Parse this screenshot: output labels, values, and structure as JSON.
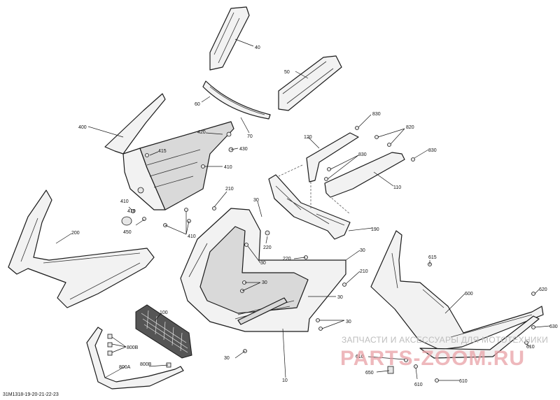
{
  "diagram": {
    "callouts": [
      "40",
      "50",
      "60",
      "70",
      "400",
      "420",
      "415",
      "430",
      "410",
      "410",
      "410",
      "410",
      "450",
      "200",
      "100",
      "800B",
      "800A",
      "800B",
      "30",
      "210",
      "30",
      "220",
      "30",
      "220",
      "30",
      "30",
      "30",
      "30",
      "10",
      "210",
      "830",
      "820",
      "830",
      "120",
      "830",
      "110",
      "190",
      "600",
      "615",
      "620",
      "630",
      "610",
      "610",
      "610",
      "610",
      "650"
    ],
    "drawing_code": "31M1318-19-20-21-22-23"
  },
  "watermark": {
    "text": "ЗАПЧАСТИ И АКСЕССУАРЫ ДЛЯ МОТОТЕХНИКИ",
    "logo": "PARTS-ZOOM.RU"
  }
}
